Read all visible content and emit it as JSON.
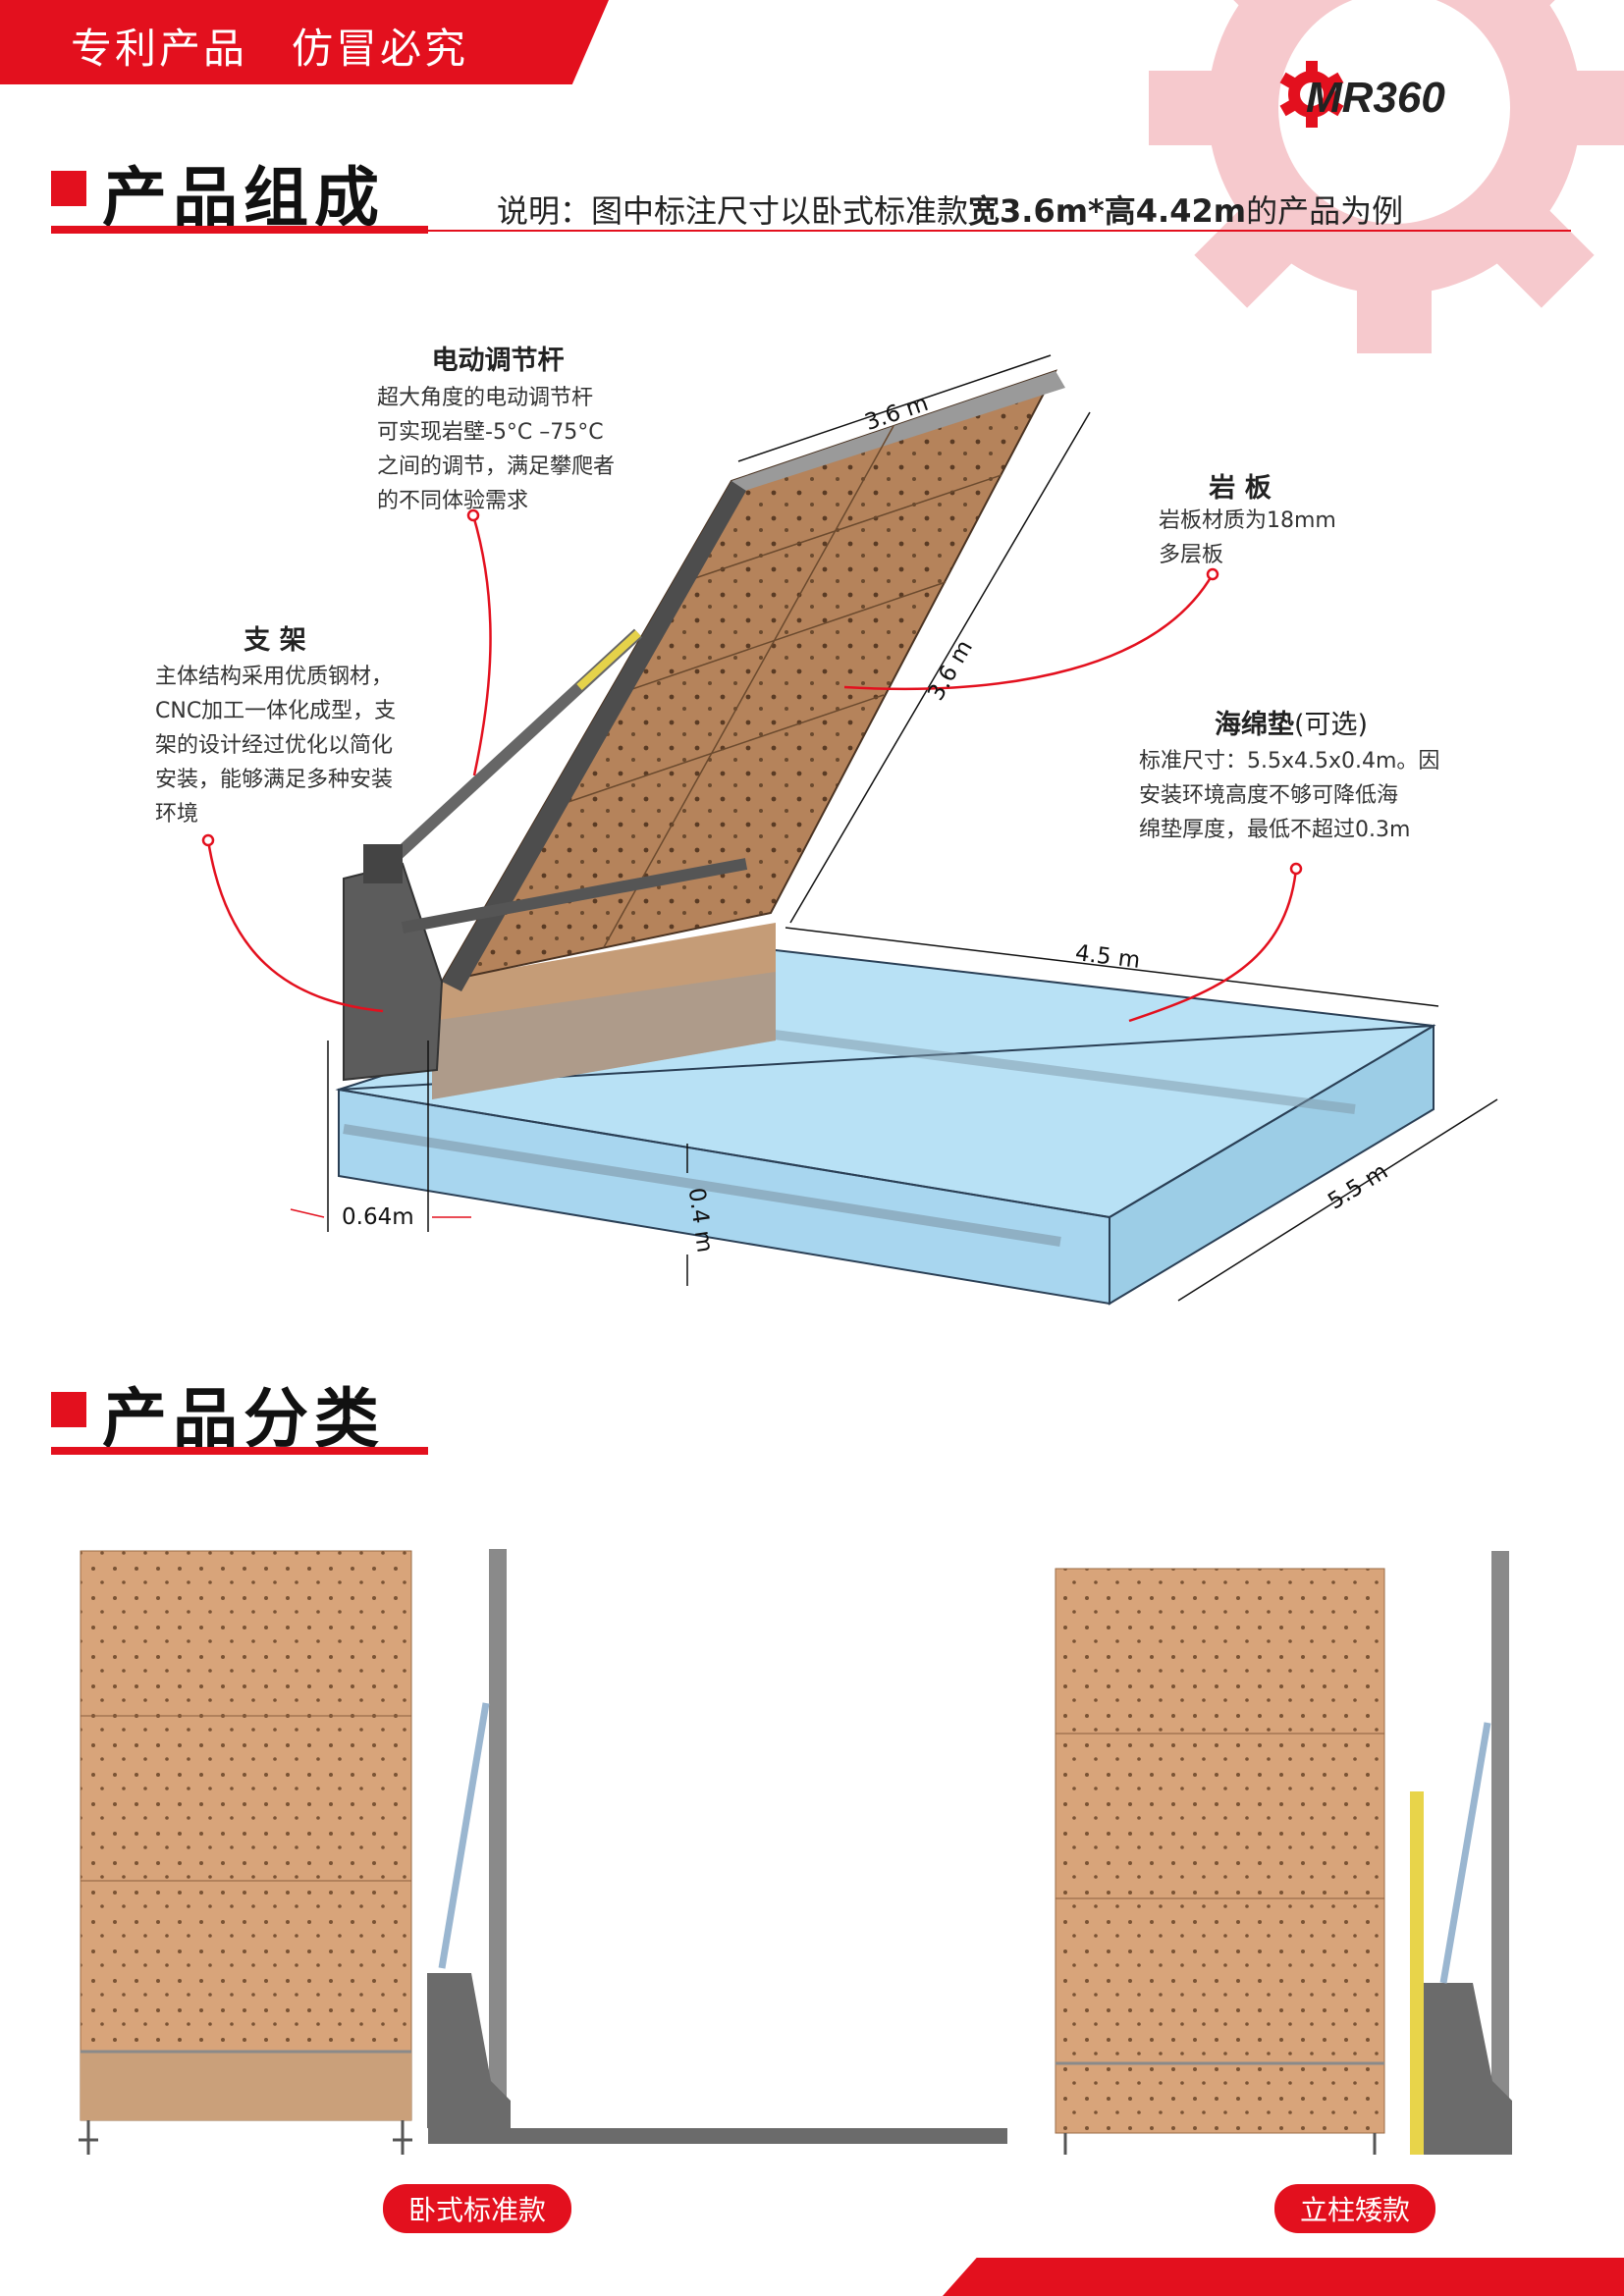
{
  "banner": {
    "text": "专利产品　仿冒必究"
  },
  "brand": {
    "logo_text": "MR360",
    "accent": "#e3101e"
  },
  "section1": {
    "title": "产品组成",
    "note_prefix": "说明：图中标注尺寸以卧式标准款",
    "note_bold": "宽3.6m*高4.42m",
    "note_suffix": "的产品为例"
  },
  "annotations": {
    "rod": {
      "title": "电动调节杆",
      "body": "超大角度的电动调节杆\n可实现岩壁-5°C –75°C\n之间的调节，满足攀爬者\n的不同体验需求"
    },
    "frame": {
      "title": "支 架",
      "body": "主体结构采用优质钢材，\nCNC加工一体化成型，支\n架的设计经过优化以简化\n安装，能够满足多种安装\n环境"
    },
    "board": {
      "title": "岩 板",
      "body": "岩板材质为18mm\n多层板"
    },
    "mat": {
      "title": "海绵垫",
      "title_suffix": "(可选)",
      "body": "标准尺寸：5.5x4.5x0.4m。因\n安装环境高度不够可降低海\n绵垫厚度，最低不超过0.3m"
    }
  },
  "dimensions": {
    "wall_width": "3.6 m",
    "wall_height": "3.6 m",
    "mat_width": "4.5 m",
    "mat_depth": "5.5 m",
    "mat_thickness": "0.4 m",
    "frame_depth": "0.64m"
  },
  "section2": {
    "title": "产品分类"
  },
  "products": [
    {
      "label": "卧式标准款"
    },
    {
      "label": "立柱矮款"
    }
  ]
}
